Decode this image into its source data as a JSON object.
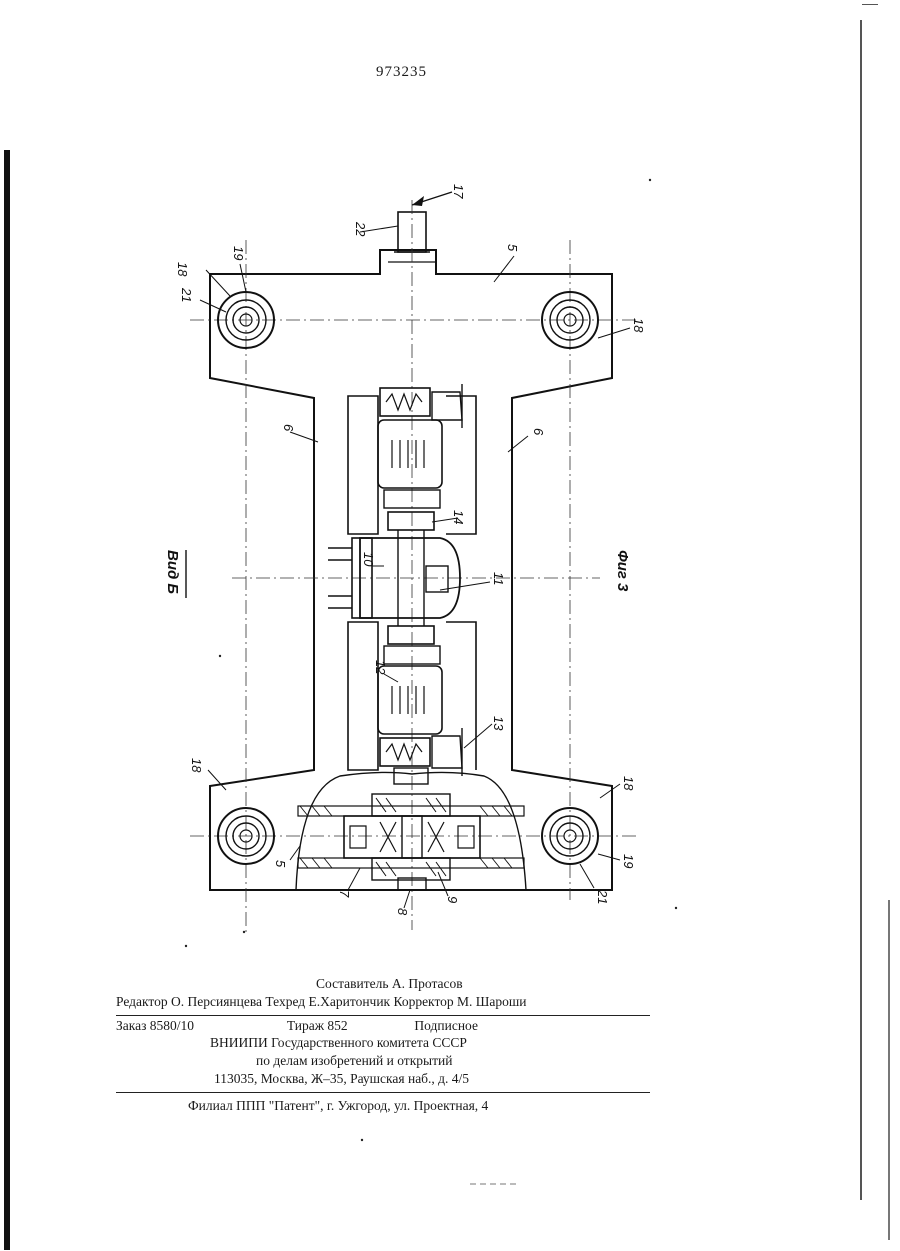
{
  "header": {
    "patent_number": "973235"
  },
  "figure": {
    "caption": "Фиг 3",
    "view_label": "Вид Б",
    "callouts": [
      "5",
      "5",
      "6",
      "6",
      "7",
      "8",
      "9",
      "10",
      "11",
      "12",
      "13",
      "14",
      "17",
      "18",
      "18",
      "18",
      "18",
      "19",
      "19",
      "21",
      "21",
      "22"
    ]
  },
  "imprint": {
    "compiler": "Составитель А. Протасов",
    "editors": "Редактор О. Персиянцева  Техред Е.Харитончик Корректор М. Шароши",
    "order": "Заказ 8580/10",
    "print_run": "Тираж 852",
    "subscription": "Подписное",
    "institute": "ВНИИПИ Государственного комитета СССР",
    "institute_dept": "по делам изобретений и открытий",
    "address": "113035, Москва, Ж–35, Раушская наб., д. 4/5",
    "branch": "Филиал ППП \"Патент\", г. Ужгород, ул. Проектная, 4"
  }
}
